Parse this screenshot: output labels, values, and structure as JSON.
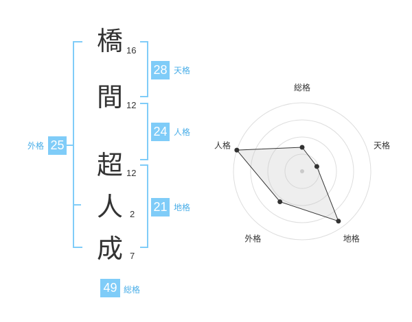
{
  "colors": {
    "accent": "#7fccf8",
    "accent_text": "#4aaee8",
    "line": "#333333"
  },
  "name": {
    "chars": [
      {
        "char": "橋",
        "strokes": "16"
      },
      {
        "char": "間",
        "strokes": "12"
      },
      {
        "char": "超",
        "strokes": "12"
      },
      {
        "char": "人",
        "strokes": "2"
      },
      {
        "char": "成",
        "strokes": "7"
      }
    ]
  },
  "fortunes": {
    "tenkaku": {
      "value": "28",
      "label": "天格"
    },
    "jinkaku": {
      "value": "24",
      "label": "人格"
    },
    "chikaku": {
      "value": "21",
      "label": "地格"
    },
    "gaikaku": {
      "value": "25",
      "label": "外格"
    },
    "soukaku": {
      "value": "49",
      "label": "総格"
    }
  },
  "chart_data": {
    "type": "radar",
    "axes": [
      "総格",
      "天格",
      "地格",
      "外格",
      "人格"
    ],
    "values": [
      1.4,
      0.9,
      3.6,
      2.2,
      4.0
    ],
    "max": 4,
    "rings": 4
  }
}
